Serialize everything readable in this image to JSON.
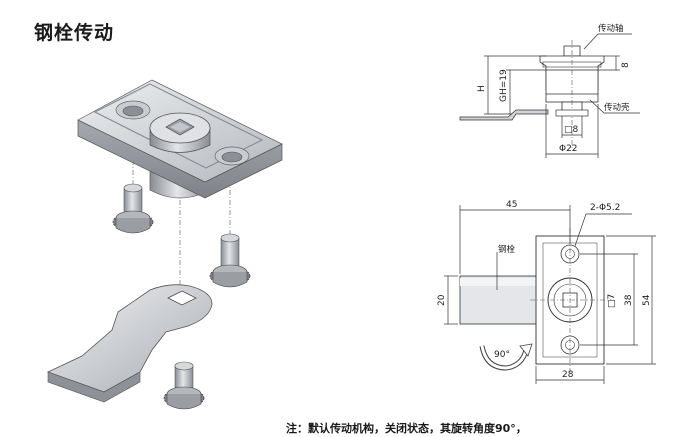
{
  "title": "钢栓传动",
  "note": "注：默认传动机构，关闭状态，其旋转角度90°，",
  "side_view": {
    "label_shaft": "传动轴",
    "label_shell": "传动壳",
    "dim_h": "H",
    "dim_gh": "GH=19",
    "dim_8_top": "8",
    "dim_square": "□8",
    "dim_dia": "Φ22"
  },
  "top_view": {
    "label_bolt": "钢栓",
    "dim_45": "45",
    "dim_holes": "2-Φ5.2",
    "dim_20": "20",
    "dim_sq7": "□7",
    "dim_38": "38",
    "dim_54": "54",
    "dim_28": "28",
    "rotation": "90°"
  },
  "colors": {
    "metal": "#b9bcc2",
    "metal_dark": "#8d9197",
    "metal_light": "#e3e5e8",
    "line": "#333333"
  }
}
